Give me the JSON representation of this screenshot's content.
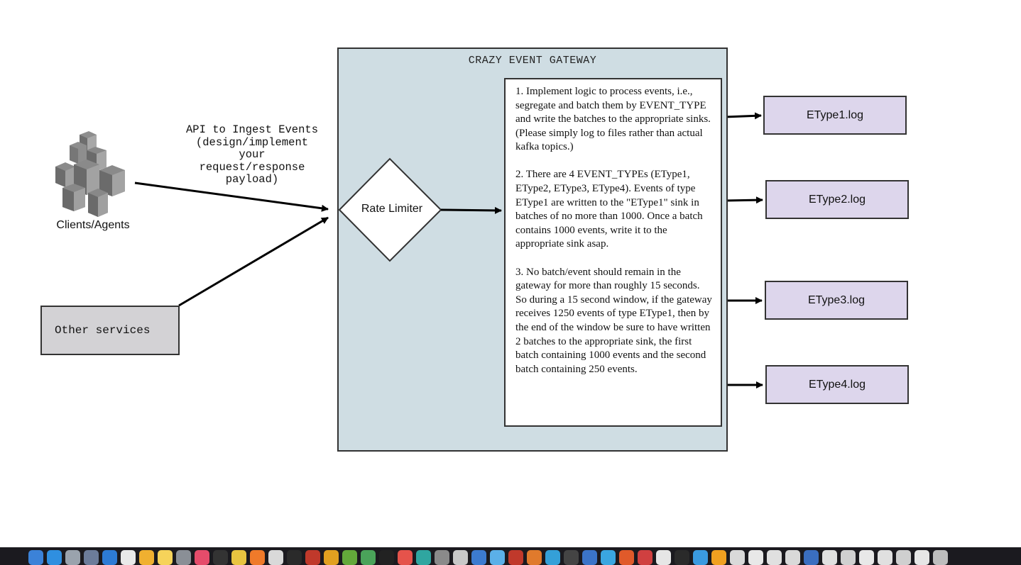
{
  "gateway": {
    "title": "CRAZY EVENT GATEWAY"
  },
  "rate_limiter": {
    "label": "Rate Limiter"
  },
  "api": {
    "label_lines": [
      "API to Ingest Events",
      "(design/implement",
      "your",
      "request/response",
      "payload)"
    ]
  },
  "clients": {
    "label": "Clients/Agents"
  },
  "other_services": {
    "label": "Other services"
  },
  "requirements": [
    "1. Implement logic to process events, i.e., segregate and batch them by EVENT_TYPE and write the batches to the appropriate sinks. (Please simply log to files rather than actual kafka topics.)",
    "2. There are 4 EVENT_TYPEs (EType1, EType2, EType3, EType4). Events of type EType1 are written to the \"EType1\" sink in batches of no more than 1000. Once a batch contains 1000 events, write it to the appropriate sink asap.",
    "3. No batch/event should remain in the gateway for more than roughly 15 seconds. So during a 15 second window, if the gateway receives 1250 events of type EType1, then by the end of the window be sure to have written 2 batches to the appropriate sink, the first batch containing 1000 events and the second batch containing 250 events."
  ],
  "sinks": [
    "EType1.log",
    "EType2.log",
    "EType3.log",
    "EType4.log"
  ],
  "colors": {
    "gateway_fill": "#cfdde3",
    "sink_fill": "#ddd6ec",
    "other_fill": "#d3d2d5",
    "dock_bg": "#1b1a1f"
  },
  "dock": {
    "icons": [
      "finder-icon",
      "safari-icon",
      "launchpad-icon",
      "preview-icon",
      "vscode-icon",
      "calendar-icon",
      "photos-icon",
      "notes-icon",
      "system-preferences-icon",
      "intellij-icon",
      "terminal-icon",
      "chrome-icon",
      "firefox-icon",
      "app-icon",
      "activity-monitor-icon",
      "app-icon",
      "app-icon",
      "app-icon",
      "app-icon",
      "app-icon",
      "app-icon",
      "app-icon",
      "app-icon",
      "app-icon",
      "app-icon",
      "app-icon",
      "app-icon",
      "app-icon",
      "app-icon",
      "app-icon",
      "app-icon",
      "app-icon",
      "app-icon",
      "app-icon",
      "app-icon",
      "app-icon",
      "app-icon",
      "app-icon",
      "app-icon",
      "app-icon",
      "app-icon",
      "app-icon",
      "app-icon",
      "app-icon",
      "app-icon",
      "app-icon",
      "app-icon",
      "app-icon",
      "app-icon",
      "trash-icon"
    ],
    "icon_colors": [
      "#3b82d8",
      "#2f8fe0",
      "#9aa3ad",
      "#6c7c9a",
      "#2d7bd5",
      "#e9e9e9",
      "#f0b030",
      "#f6d35a",
      "#8a8f96",
      "#e54c6b",
      "#333333",
      "#e8c440",
      "#ef7a2a",
      "#d9d9d9",
      "#2a2a2a",
      "#c0392b",
      "#e1a020",
      "#63a83a",
      "#4aa35a",
      "#222222",
      "#e5534b",
      "#2fa6a0",
      "#8a8a8a",
      "#c8c8c8",
      "#3c7bd0",
      "#5bb0e8",
      "#c0392b",
      "#e07a2c",
      "#34a0d8",
      "#444444",
      "#3b74c8",
      "#3aa6e0",
      "#e05a2a",
      "#d04040",
      "#e6e6e6",
      "#2a2a2a",
      "#3a9ae0",
      "#f0a020",
      "#d9d9d9",
      "#e8e8e8",
      "#e0e0e0",
      "#d9d9d9",
      "#3a6ec0",
      "#e0e0e0",
      "#d0d0d0",
      "#e8e8e8",
      "#e0e0e0",
      "#cfcfcf",
      "#e6e6e6",
      "#bdbdbd"
    ]
  }
}
